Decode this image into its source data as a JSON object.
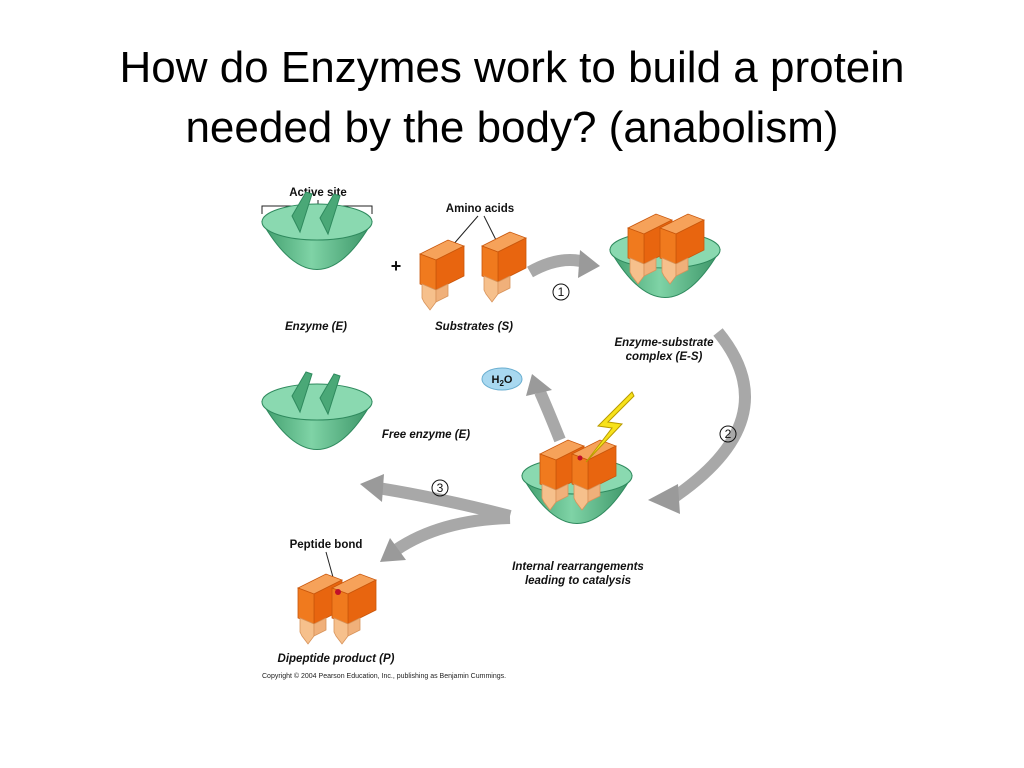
{
  "slide": {
    "title_line1": "How do Enzymes work to build a protein",
    "title_line2": "needed by the body? (anabolism)"
  },
  "diagram": {
    "active_site_label": "Active site",
    "amino_acids_label": "Amino acids",
    "plus_sign": "+",
    "enzyme_label": "Enzyme (E)",
    "substrates_label": "Substrates (S)",
    "complex_label_line1": "Enzyme-substrate",
    "complex_label_line2": "complex (E-S)",
    "water_label_main": "H",
    "water_label_sub": "2",
    "water_label_tail": "O",
    "free_enzyme_label": "Free enzyme (E)",
    "step1": "1",
    "step2": "2",
    "step3": "3",
    "rearrange_label_line1": "Internal rearrangements",
    "rearrange_label_line2": "leading to catalysis",
    "peptide_bond_label": "Peptide bond",
    "dipeptide_label": "Dipeptide product (P)",
    "copyright": "Copyright © 2004 Pearson Education, Inc., publishing as Benjamin Cummings.",
    "colors": {
      "enzyme_green": "#5fbf8e",
      "enzyme_green_dark": "#2f8a5e",
      "substrate_orange": "#f07a1e",
      "substrate_orange_dark": "#c9560b",
      "substrate_tan": "#f6c08c",
      "arrow_gray": "#9a9a9a",
      "water_blue": "#a8d8f0",
      "lightning_yellow": "#f7e21b"
    }
  }
}
